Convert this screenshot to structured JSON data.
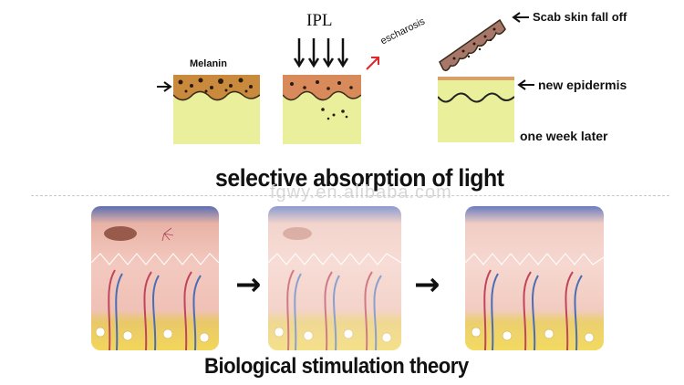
{
  "top": {
    "melanin_label": "Melanin",
    "ipl_label": "IPL",
    "escharosis_label": "escharosis",
    "scab_label": "Scab skin fall off",
    "new_epidermis_label": "new epidermis",
    "one_week_label": "one week later",
    "title": "selective absorption of light"
  },
  "watermark": "fgwy.en.alibaba.com",
  "bottom": {
    "title": "Biological stimulation theory"
  },
  "colors": {
    "skin_yellow": "#e9ef9a",
    "melanin_band": "#c98a3e",
    "scab_brown": "#a7786a",
    "new_epidermis_band": "#d9a06a",
    "escharosis_arrow": "#e0262b"
  }
}
